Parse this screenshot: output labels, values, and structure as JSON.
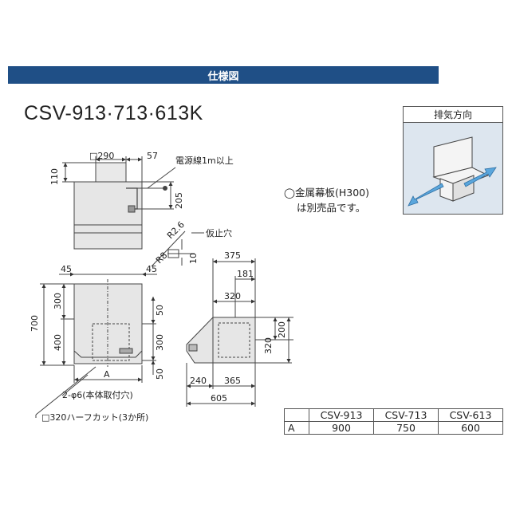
{
  "banner": {
    "title": "仕様図"
  },
  "model": {
    "name": "CSV-913·713·613K"
  },
  "exhaust": {
    "title": "排気方向"
  },
  "note": {
    "line1": "◯金属幕板(H300)",
    "line2": "は別売品です。"
  },
  "dims": {
    "top_290": "□290",
    "top_57": "57",
    "top_110": "110",
    "top_205": "205",
    "power": "電源線1m以上",
    "r26": "R2.6",
    "r8": "R8",
    "kari": "仮止穴",
    "d10": "10",
    "front_45l": "45",
    "front_45r": "45",
    "front_700": "700",
    "front_300l": "300",
    "front_400": "400",
    "front_50t": "50",
    "front_300r": "300",
    "front_50b": "50",
    "front_a": "A",
    "holes": "2-φ6(本体取付穴)",
    "halfcut": "□320ハーフカット(3か所)",
    "side_375": "375",
    "side_181": "181",
    "side_320t": "320",
    "side_200": "200",
    "side_320r": "320",
    "side_240": "240",
    "side_365": "365",
    "side_605": "605"
  },
  "spec_table": {
    "headers": [
      "",
      "CSV-913",
      "CSV-713",
      "CSV-613"
    ],
    "rows": [
      [
        "A",
        "900",
        "750",
        "600"
      ]
    ]
  }
}
